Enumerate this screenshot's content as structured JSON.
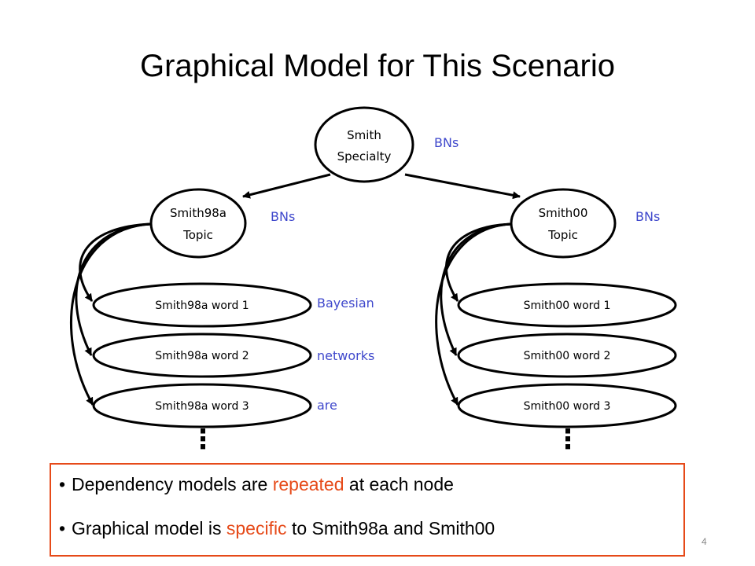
{
  "slide": {
    "title": "Graphical Model for This Scenario",
    "page_number": "4"
  },
  "nodes": {
    "root": {
      "line1": "Smith",
      "line2": "Specialty",
      "annotation": "BNs"
    },
    "left_topic": {
      "line1": "Smith98a",
      "line2": "Topic",
      "annotation": "BNs"
    },
    "right_topic": {
      "line1": "Smith00",
      "line2": "Topic",
      "annotation": "BNs"
    }
  },
  "left_words": [
    "Smith98a word 1",
    "Smith98a word 2",
    "Smith98a word 3"
  ],
  "right_words": [
    "Smith00 word 1",
    "Smith00 word 2",
    "Smith00 word 3"
  ],
  "word_values": [
    "Bayesian",
    "networks",
    "are"
  ],
  "ellipsis": "⋮",
  "callout": {
    "bullet1": {
      "before": "Dependency models are ",
      "highlight": "repeated",
      "after": " at each node"
    },
    "bullet2": {
      "before": "Graphical model is ",
      "highlight": "specific",
      "after": " to Smith98a and Smith00"
    }
  },
  "colors": {
    "annotation": "#3f48cc",
    "highlight": "#e64a19",
    "callout_border": "#e64a19"
  }
}
